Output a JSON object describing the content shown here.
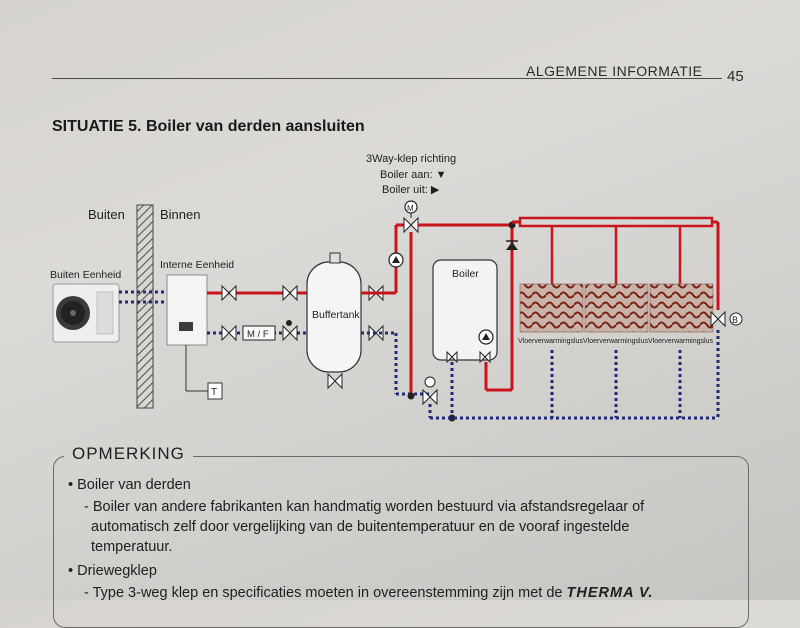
{
  "header": {
    "section_title": "ALGEMENE INFORMATIE",
    "page_number": "45"
  },
  "title": "SITUATIE 5. Boiler van derden aansluiten",
  "diagram": {
    "valve_direction_title": "3Way-klep richting",
    "boiler_on": "Boiler aan: ▼",
    "boiler_off": "Boiler uit: ▶",
    "outside_label": "Buiten",
    "inside_label": "Binnen",
    "outdoor_unit_label": "Buiten Eenheid",
    "indoor_unit_label": "Interne Eenheid",
    "buffer_tank_label": "Buffertank",
    "boiler_label": "Boiler",
    "mf_label": "M / F",
    "thermostat_label": "T",
    "motor_label": "M",
    "bypass_label": "B",
    "floor_loops": [
      "Vloerverwarmingslus",
      "Vloerverwarmingslus",
      "Vloerverwarmingslus"
    ]
  },
  "note": {
    "title": "OPMERKING",
    "items": [
      {
        "bullet": "• Boiler van derden",
        "lines": [
          "- Boiler van andere fabrikanten kan handmatig worden bestuurd via afstandsregelaar of",
          "automatisch zelf door vergelijking van de buitentemperatuur en de vooraf ingestelde",
          "temperatuur."
        ]
      },
      {
        "bullet": "• Driewegklep",
        "lines": [
          "- Type 3-weg klep en specificaties moeten in overeenstemming zijn met de"
        ],
        "brand": "THERMA V."
      }
    ]
  },
  "colors": {
    "supply_pipe": "#c8141a",
    "return_pipe": "#1f2a7a",
    "wall_hatch": "#555555"
  }
}
